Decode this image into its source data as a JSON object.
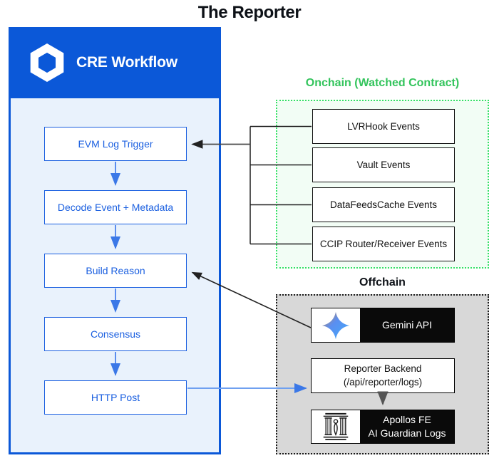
{
  "page_title": "The Reporter",
  "workflow": {
    "header_title": "CRE Workflow",
    "logo": "chainlink-hexagon-icon",
    "steps": [
      "EVM Log Trigger",
      "Decode Event + Metadata",
      "Build Reason",
      "Consensus",
      "HTTP Post"
    ]
  },
  "onchain": {
    "title": "Onchain (Watched Contract)",
    "events": [
      "LVRHook Events",
      "Vault Events",
      "DataFeedsCache Events",
      "CCIP Router/Receiver Events"
    ]
  },
  "offchain": {
    "title": "Offchain",
    "gemini": {
      "label": "Gemini API",
      "icon": "gemini-sparkle-icon"
    },
    "backend": {
      "label": "Reporter Backend",
      "sublabel": "(/api/reporter/logs)"
    },
    "apollos": {
      "label": "Apollos FE",
      "sublabel": "AI Guardian Logs",
      "icon": "apollos-temple-icon"
    }
  },
  "colors": {
    "brand_blue": "#0b58d8",
    "panel_fill": "#e9f2fc",
    "step_blue": "#1a5fe0",
    "green_title": "#33c45c",
    "green_border": "#35e066",
    "green_fill": "#f2fdf5",
    "gray_fill": "#d8d8d8",
    "arrow_blue": "#4a85e8",
    "arrow_black": "#2a2a2a"
  }
}
